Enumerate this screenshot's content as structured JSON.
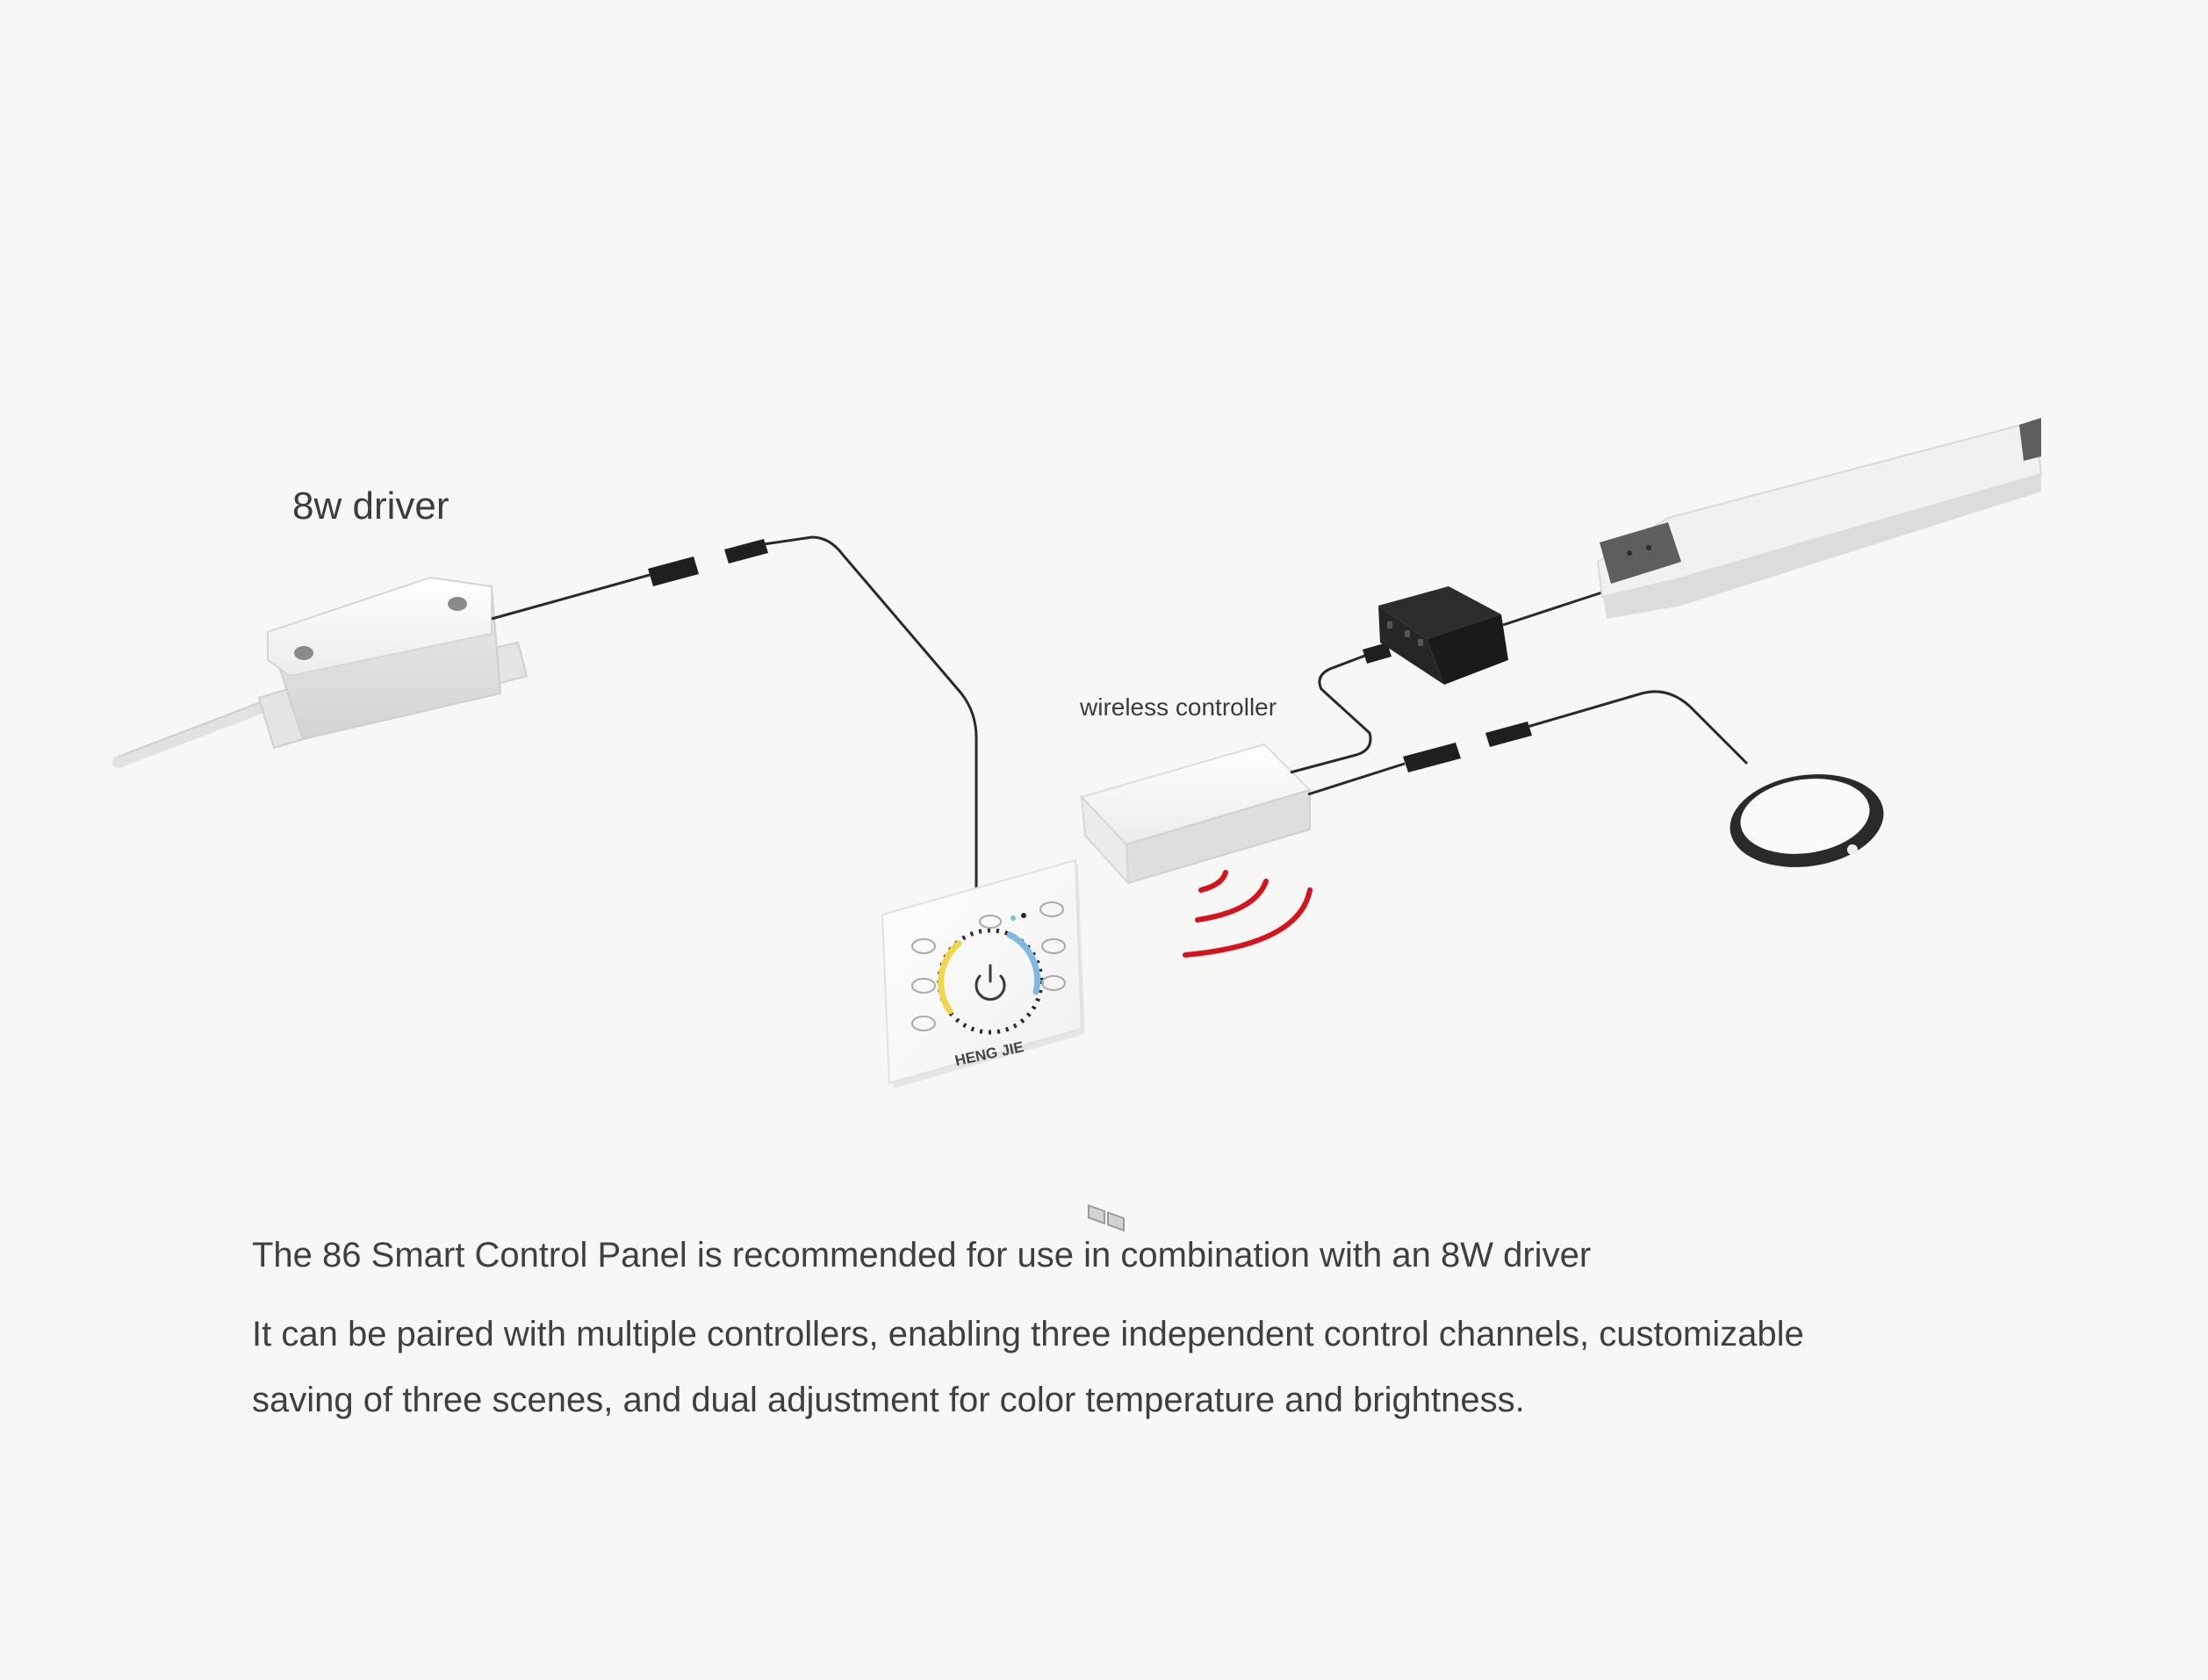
{
  "labels": {
    "driver": "8w driver",
    "wireless_controller": "wireless controller"
  },
  "panel": {
    "brand": "HENG JIE"
  },
  "description": {
    "line1": "The 86 Smart Control Panel is recommended for use in combination with an 8W driver",
    "line2": "It can be paired with multiple controllers, enabling three independent control channels, customizable",
    "line3": "saving of three scenes, and dual adjustment for color temperature and brightness."
  },
  "colors": {
    "background": "#f7f7f6",
    "signal": "#d8121d",
    "wire": "#2a2a2a",
    "warm_arc": "#f2d64a",
    "cool_arc": "#7fb8e0"
  }
}
